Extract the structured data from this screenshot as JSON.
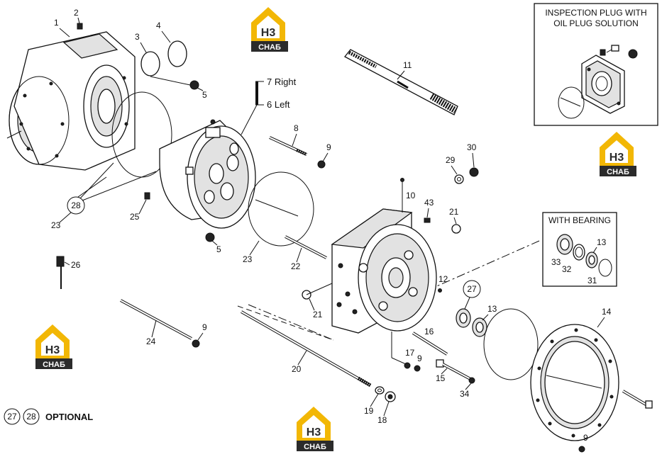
{
  "callouts": {
    "n1": "1",
    "n2": "2",
    "n3": "3",
    "n4": "4",
    "n5a": "5",
    "n5b": "5",
    "n8": "8",
    "n9a": "9",
    "n9b": "9",
    "n9c": "9",
    "n9d": "9",
    "n10": "10",
    "n11": "11",
    "n12": "12",
    "n13a": "13",
    "n13b": "13",
    "n14": "14",
    "n15": "15",
    "n16": "16",
    "n17": "17",
    "n18": "18",
    "n19": "19",
    "n20": "20",
    "n21a": "21",
    "n21b": "21",
    "n22": "22",
    "n23a": "23",
    "n23b": "23",
    "n24": "24",
    "n25": "25",
    "n26": "26",
    "n27a": "27",
    "n27b": "27",
    "n28a": "28",
    "n28b": "28",
    "n29": "29",
    "n30": "30",
    "n31": "31",
    "n32": "32",
    "n33": "33",
    "n34": "34",
    "n43": "43"
  },
  "labels": {
    "right": "7 Right",
    "left": "6 Left",
    "optional": "OPTIONAL"
  },
  "inset_inspection": {
    "title_line1": "INSPECTION PLUG WITH",
    "title_line2": "OIL PLUG SOLUTION"
  },
  "inset_bearing": {
    "title": "WITH BEARING"
  },
  "watermark": {
    "mark": "H3",
    "text": "СНАБ",
    "color_accent": "#f2b705",
    "color_dark": "#2b2b2b"
  }
}
